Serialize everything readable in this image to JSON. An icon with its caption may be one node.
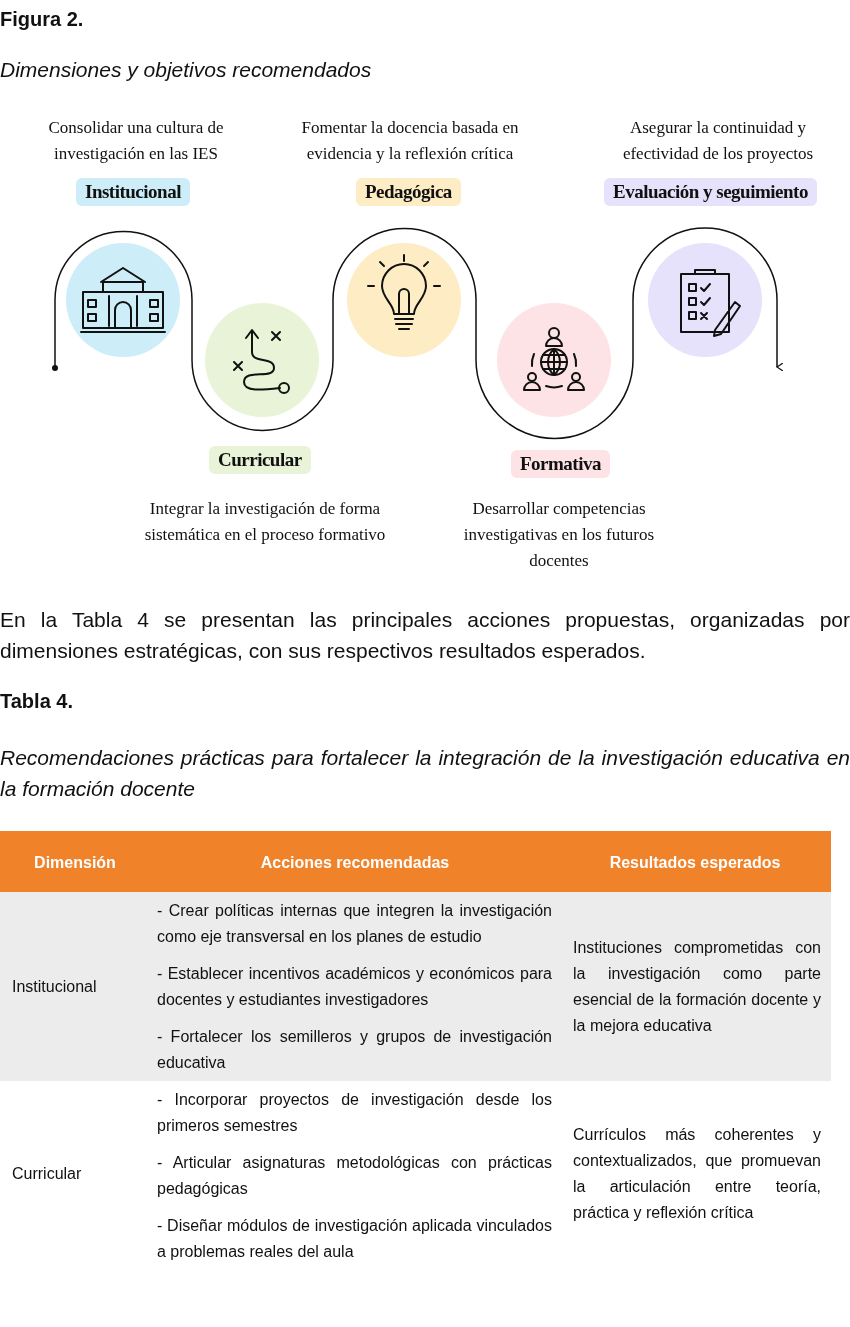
{
  "diagram": {
    "title": "Figura 2.",
    "nodes": [
      {
        "text": [
          "Institucional"
        ],
        "beside": [
          "Consolidar una cultura de investigación en las IES"
        ]
      },
      {
        "text": [
          "Curricular"
        ],
        "beside": [
          "Integrar la investigación de forma sistemática en el proceso formativo"
        ]
      },
      {
        "text": [
          "Pedagógica"
        ],
        "beside": [
          "Fomentar la docencia basada en evidencia y la reflexión crítica"
        ]
      },
      {
        "text": [
          "Formativa"
        ],
        "beside": [
          "Desarrollar competencias investigativas en los futuros docentes"
        ]
      },
      {
        "text": [
          "Evaluación y seguimiento"
        ],
        "beside": [
          "Asegurar la continuidad y efectividad de los proyectos"
        ]
      }
    ],
    "labels": [
      "Dimensiones y objetivos recomendados",
      "En la Tabla 4 se presentan las principales acciones propuestas, organizadas por dimensiones estratégicas, con sus respectivos resultados esperados.",
      "Tabla 4.",
      "Recomendaciones prácticas para fortalecer la integración de la investigación educativa en la formación docente",
      "Dimensión",
      "Acciones recomendadas",
      "Resultados esperados",
      "Institucional",
      "- Crear políticas internas que integren la investigación como eje transversal en los planes de estudio",
      "- Establecer incentivos académicos y económicos para docentes y estudiantes investigadores",
      "- Fortalecer los semilleros y grupos de investigación educativa",
      "Instituciones comprometidas con la investigación como parte esencial de la formación docente y la mejora educativa",
      "Curricular",
      "- Incorporar proyectos de investigación desde los primeros semestres",
      "- Articular asignaturas metodológicas con prácticas pedagógicas",
      "- Diseñar módulos de investigación aplicada vinculados a problemas reales del aula",
      "Currículos más coherentes y contextualizados, que promuevan la articulación entre teoría, práctica y reflexión crítica"
    ]
  }
}
